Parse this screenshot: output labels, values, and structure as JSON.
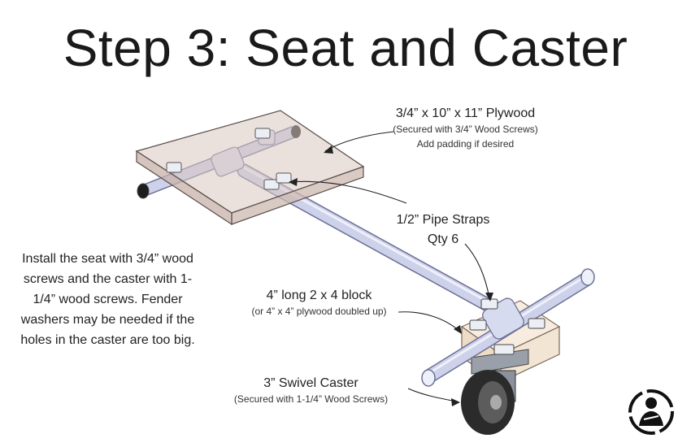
{
  "title": "Step 3: Seat and Caster",
  "labels": {
    "plywood": {
      "main": "3/4” x 10” x 11” Plywood",
      "sub1": "(Secured with 3/4” Wood Screws)",
      "sub2": "Add padding if desired"
    },
    "pipe_straps": {
      "main": "1/2” Pipe Straps",
      "qty": "Qty 6"
    },
    "block": {
      "main": "4” long 2 x 4 block",
      "sub": "(or 4” x 4” plywood doubled up)"
    },
    "caster": {
      "main": "3” Swivel Caster",
      "sub": "(Secured with 1-1/4” Wood Screws)"
    }
  },
  "instructions": "Install the seat with 3/4” wood screws and the caster with 1-1/4” wood screws. Fender washers may be needed if the holes in the caster are too big.",
  "colors": {
    "pipe": "#c9cde6",
    "plywood": "#d9c7c0",
    "block": "#f3e5d4",
    "wheel": "#2b2b2b"
  }
}
